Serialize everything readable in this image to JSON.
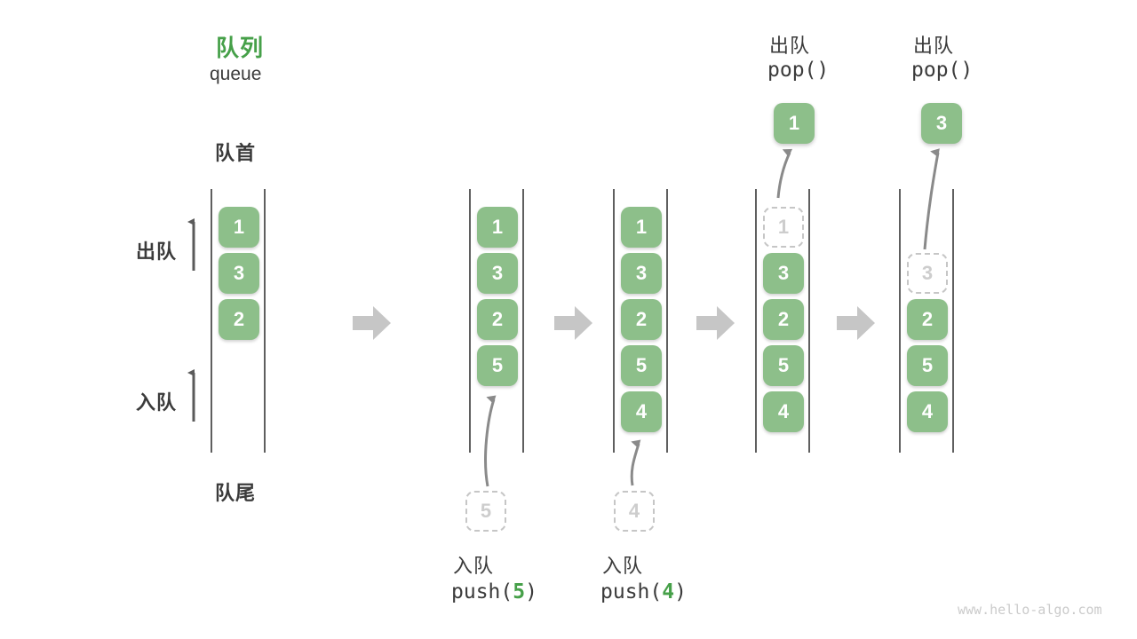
{
  "colors": {
    "box_green": "#8DBF8A",
    "accent_green": "#46A049",
    "text_dark": "#3B3B3B",
    "ghost_border": "#C6C6C6",
    "ghost_text": "#CDCDCD",
    "wall_gray": "#5F5F5F",
    "block_arrow_gray": "#C6C6C6",
    "thin_arrow_gray": "#8A8A8A",
    "dark_arrow_gray": "#5A5A5A",
    "watermark_gray": "#CBCBCB"
  },
  "title": {
    "zh": "队列",
    "en": "queue"
  },
  "labels": {
    "front": "队首",
    "rear": "队尾",
    "dequeue_side": "出队",
    "enqueue_side": "入队"
  },
  "ops": {
    "push5": {
      "label": "入队",
      "fn": "push(",
      "arg": "5",
      "close": ")"
    },
    "push4": {
      "label": "入队",
      "fn": "push(",
      "arg": "4",
      "close": ")"
    },
    "pop1": {
      "label": "出队",
      "code": "pop()"
    },
    "pop2": {
      "label": "出队",
      "code": "pop()"
    }
  },
  "states": [
    {
      "boxes": [
        "1",
        "3",
        "2"
      ]
    },
    {
      "boxes": [
        "1",
        "3",
        "2",
        "5"
      ],
      "incoming": "5"
    },
    {
      "boxes": [
        "1",
        "3",
        "2",
        "5",
        "4"
      ],
      "incoming": "4"
    },
    {
      "ghost": "1",
      "boxes": [
        "3",
        "2",
        "5",
        "4"
      ],
      "popped": "1"
    },
    {
      "ghost": "3",
      "boxes": [
        "2",
        "5",
        "4"
      ],
      "popped": "3"
    }
  ],
  "watermark": "www.hello-algo.com"
}
